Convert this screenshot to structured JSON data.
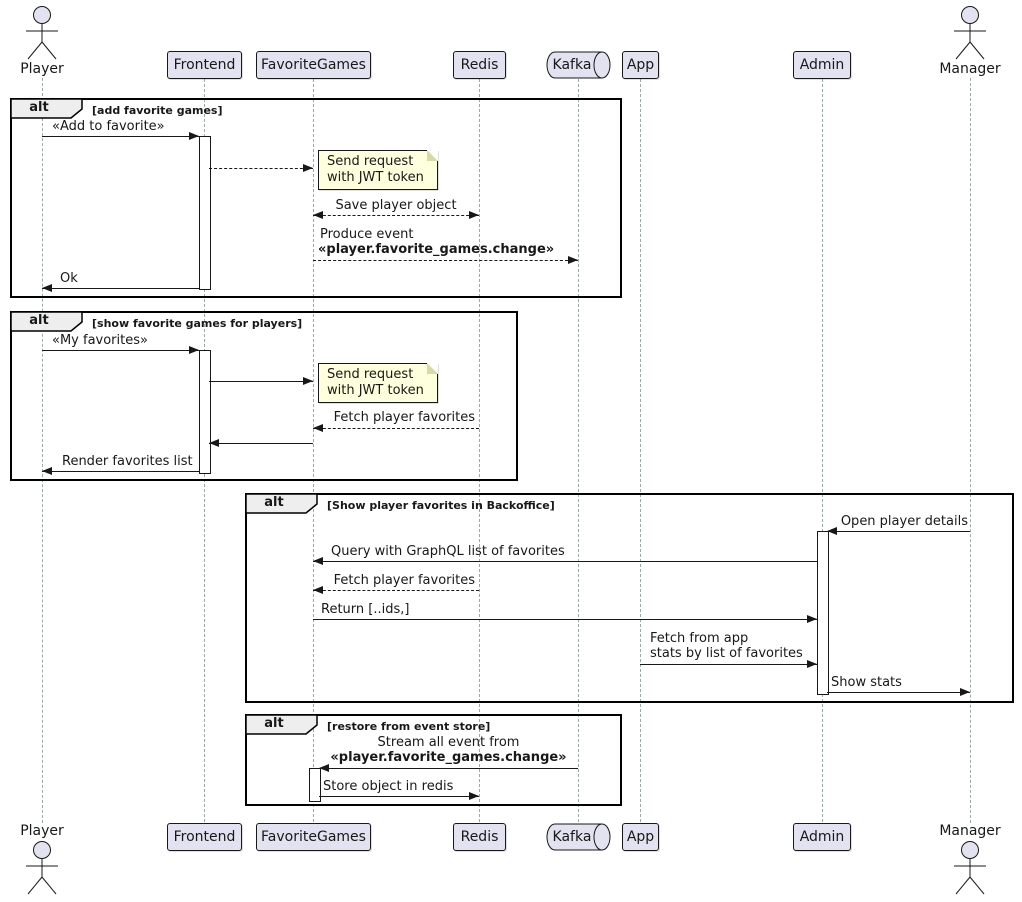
{
  "participants": {
    "player": "Player",
    "frontend": "Frontend",
    "favorite_games": "FavoriteGames",
    "redis": "Redis",
    "kafka": "Kafka",
    "app": "App",
    "admin": "Admin",
    "manager": "Manager"
  },
  "frames": [
    {
      "keyword": "alt",
      "condition": "[add favorite games]"
    },
    {
      "keyword": "alt",
      "condition": "[show favorite games for players]"
    },
    {
      "keyword": "alt",
      "condition": "[Show player favorites in Backoffice]"
    },
    {
      "keyword": "alt",
      "condition": "[restore from event store]"
    }
  ],
  "notes": {
    "jwt_line1": "Send request",
    "jwt_line2": "with JWT token"
  },
  "messages": {
    "add_to_favorite": "«Add to favorite»",
    "save_player_object": "Save player object",
    "produce_event_line1": "Produce event",
    "produce_event_line2": "«player.favorite_games.change»",
    "ok": "Ok",
    "my_favorites": "«My favorites»",
    "fetch_player_favorites": "Fetch player favorites",
    "render_favorites_list": "Render favorites list",
    "open_player_details": "Open player details",
    "query_graphql": "Query with GraphQL list of favorites",
    "return_ids": "Return [..ids,]",
    "fetch_from_app_line1": "Fetch from app",
    "fetch_from_app_line2": "stats by list of favorites",
    "show_stats": "Show stats",
    "stream_line1": "Stream all event from",
    "stream_line2": "«player.favorite_games.change»",
    "store_object": "Store object in redis"
  },
  "colors": {
    "participant_fill": "#E2E2F0",
    "participant_border": "#181818",
    "note_fill": "#FEFFDD",
    "tab_fill": "#EEEEEE",
    "frame_border": "#000000",
    "line": "#181818"
  }
}
